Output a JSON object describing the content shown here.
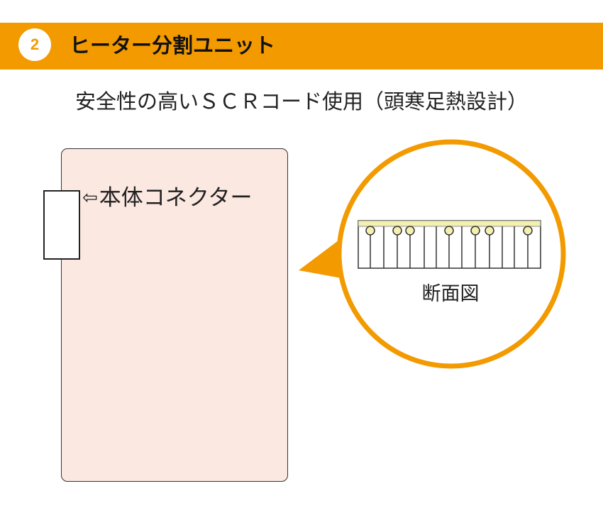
{
  "header": {
    "step_number": "2",
    "title": "ヒーター分割ユニット"
  },
  "subtitle": "安全性の高いＳＣＲコード使用（頭寒足熱設計）",
  "unit": {
    "connector_label": "本体コネクター",
    "arrow_icon": "outline-left-arrow-icon"
  },
  "callout": {
    "section_label": "断面図"
  },
  "colors": {
    "accent": "#f39a00",
    "panel_fill": "#fbe8e1",
    "wire_fill": "#f3f0b0"
  }
}
